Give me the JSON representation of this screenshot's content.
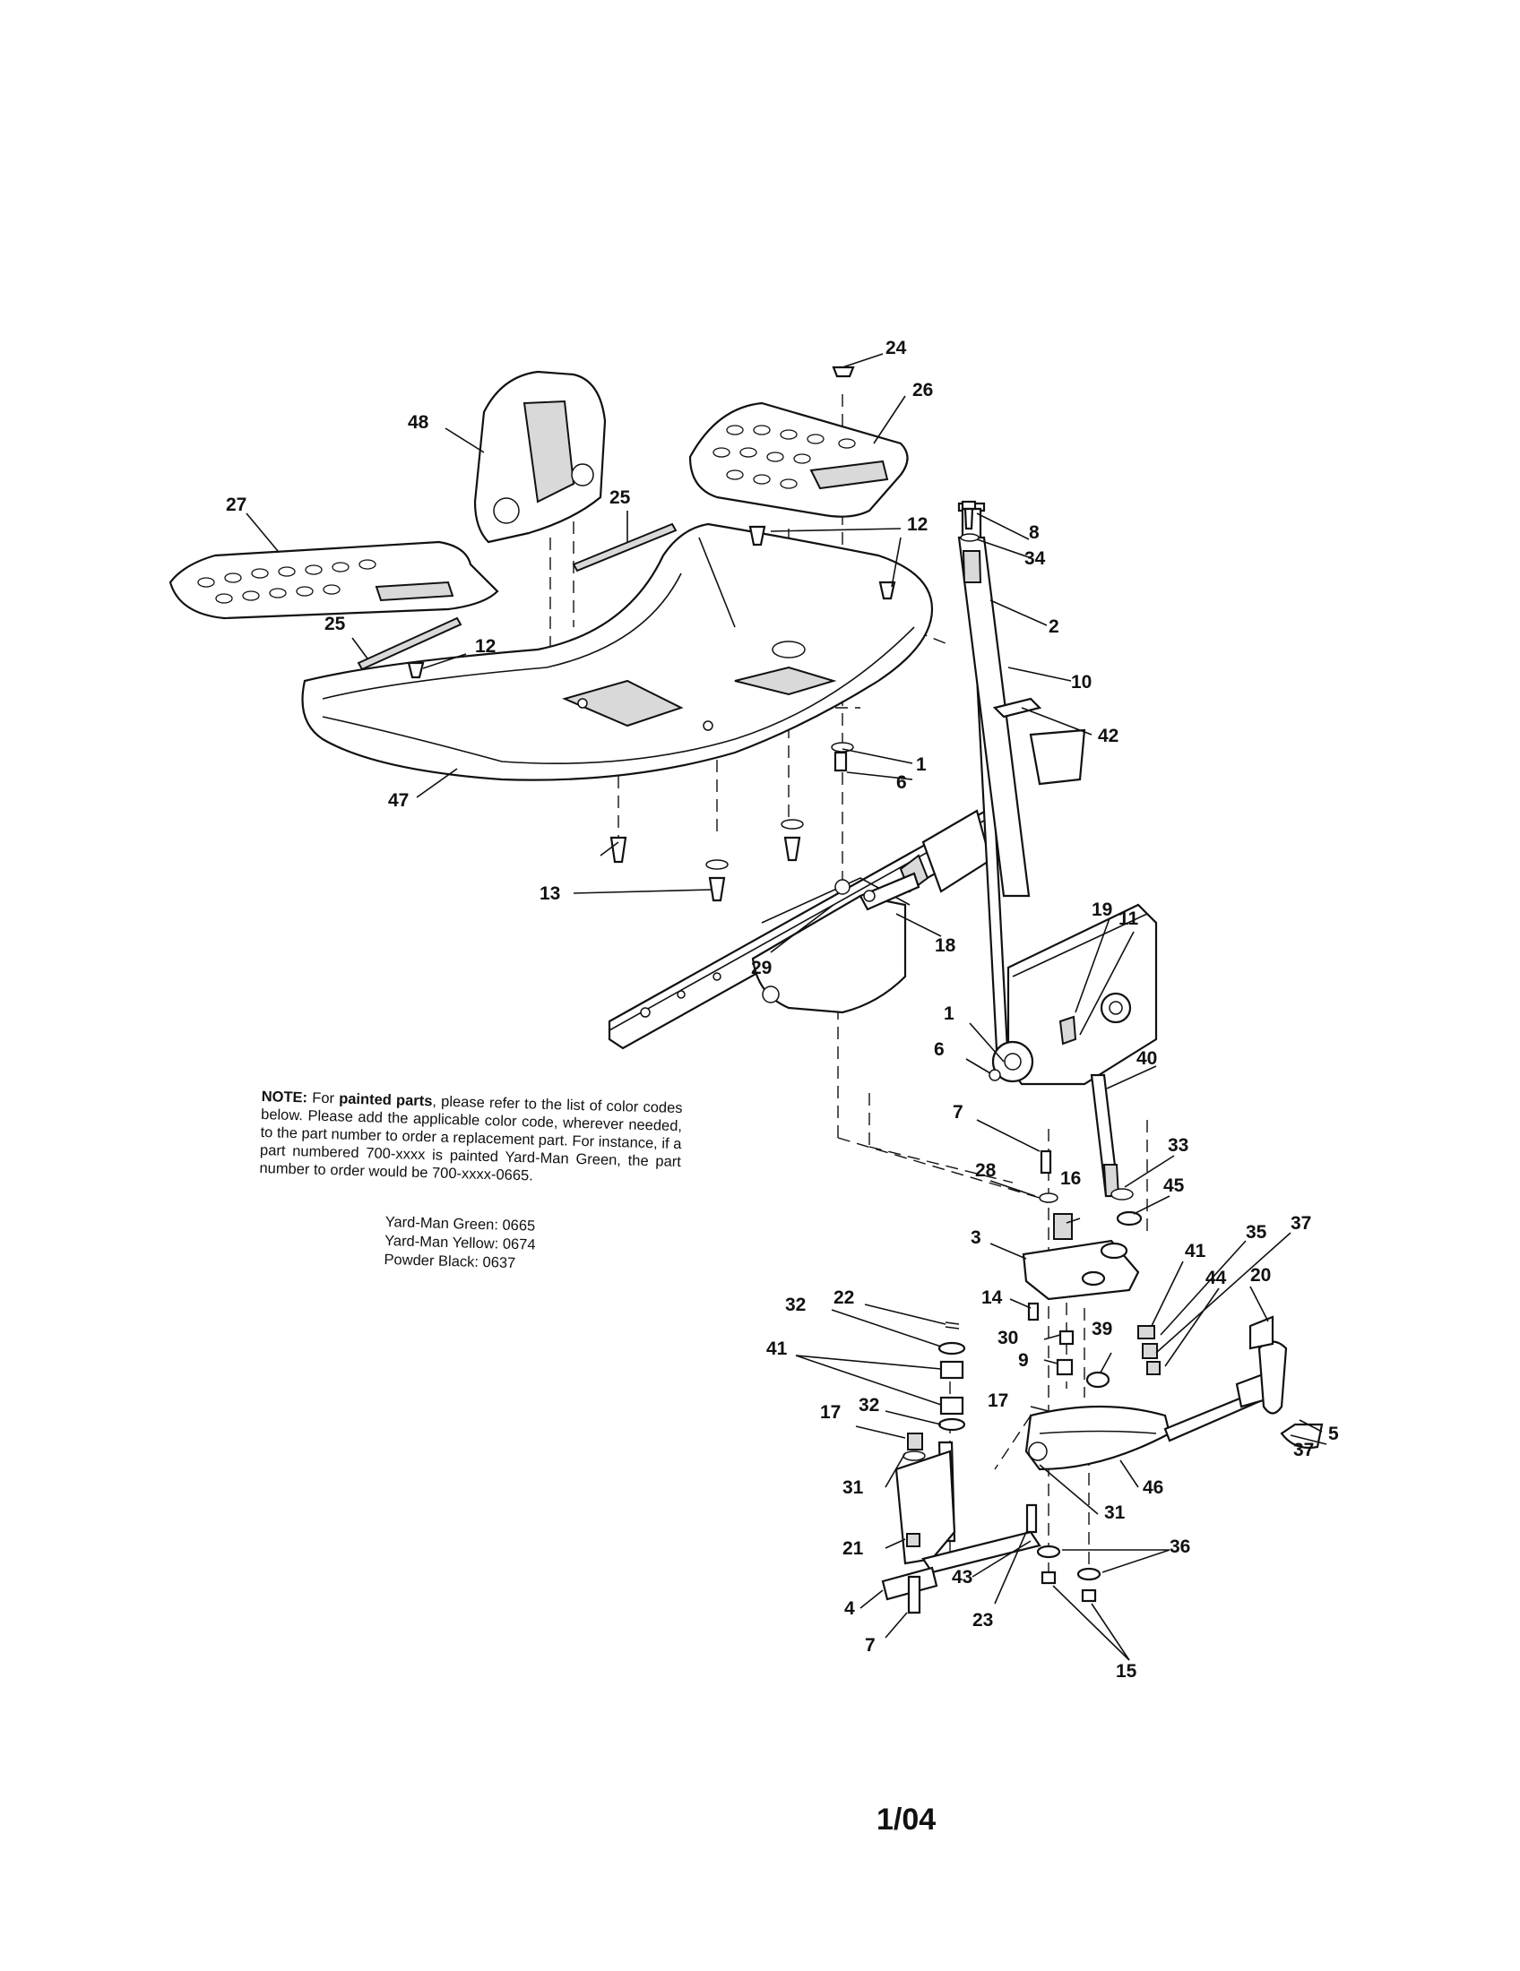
{
  "callouts": [
    "24",
    "26",
    "48",
    "27",
    "25",
    "12",
    "25",
    "12",
    "8",
    "34",
    "2",
    "10",
    "42",
    "1",
    "6",
    "47",
    "13",
    "19",
    "11",
    "18",
    "29",
    "1",
    "6",
    "40",
    "7",
    "33",
    "28",
    "16",
    "45",
    "3",
    "35",
    "37",
    "41",
    "44",
    "20",
    "32",
    "22",
    "14",
    "30",
    "9",
    "39",
    "41",
    "17",
    "32",
    "17",
    "5",
    "37",
    "31",
    "46",
    "31",
    "21",
    "36",
    "43",
    "4",
    "23",
    "7",
    "15"
  ],
  "note": {
    "prefix": "NOTE:",
    "text1": " For ",
    "bold": "painted parts",
    "text2": ", please refer to the list of color codes below.  Please add the applicable color code, wherever needed, to the part number to order a replacement part. For instance, if a part numbered 700-xxxx is painted Yard-Man Green, the part number to order would be 700-xxxx-0665."
  },
  "color_codes": [
    "Yard-Man Green: 0665",
    "Yard-Man Yellow: 0674",
    "Powder Black: 0637"
  ],
  "page_number": "1/04"
}
